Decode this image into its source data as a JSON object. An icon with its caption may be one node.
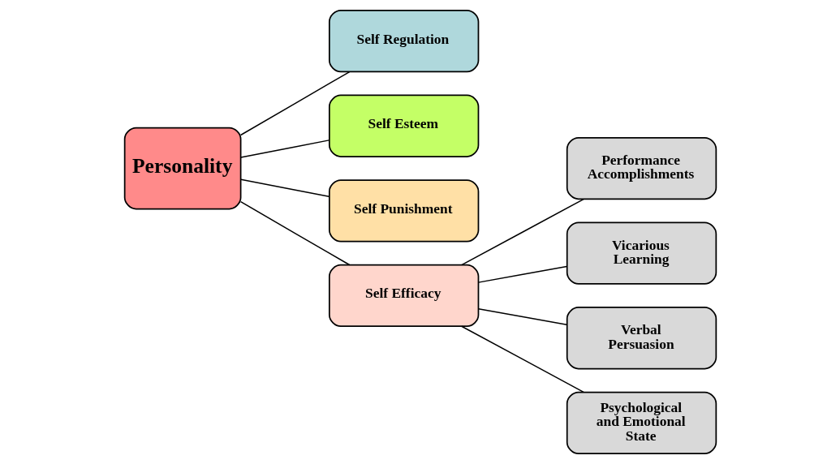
{
  "diagram": {
    "nodes": [
      {
        "text": [
          "Personality"
        ]
      },
      {
        "text": [
          "Self Regulation"
        ]
      },
      {
        "text": [
          "Self Esteem"
        ]
      },
      {
        "text": [
          "Self Punishment"
        ]
      },
      {
        "text": [
          "Self Efficacy"
        ]
      },
      {
        "text": [
          "Performance Accomplishments"
        ]
      },
      {
        "text": [
          "Vicarious Learning"
        ]
      },
      {
        "text": [
          "Verbal Persuasion"
        ]
      },
      {
        "text": [
          "Psychological and Emotional State"
        ]
      }
    ],
    "edges": [
      {
        "from": 0,
        "to": 1,
        "arrow": "none"
      },
      {
        "from": 0,
        "to": 2,
        "arrow": "none"
      },
      {
        "from": 0,
        "to": 3,
        "arrow": "none"
      },
      {
        "from": 0,
        "to": 4,
        "arrow": "none"
      },
      {
        "from": 4,
        "to": 5,
        "arrow": "none"
      },
      {
        "from": 4,
        "to": 6,
        "arrow": "none"
      },
      {
        "from": 4,
        "to": 7,
        "arrow": "none"
      },
      {
        "from": 4,
        "to": 8,
        "arrow": "none"
      }
    ]
  }
}
